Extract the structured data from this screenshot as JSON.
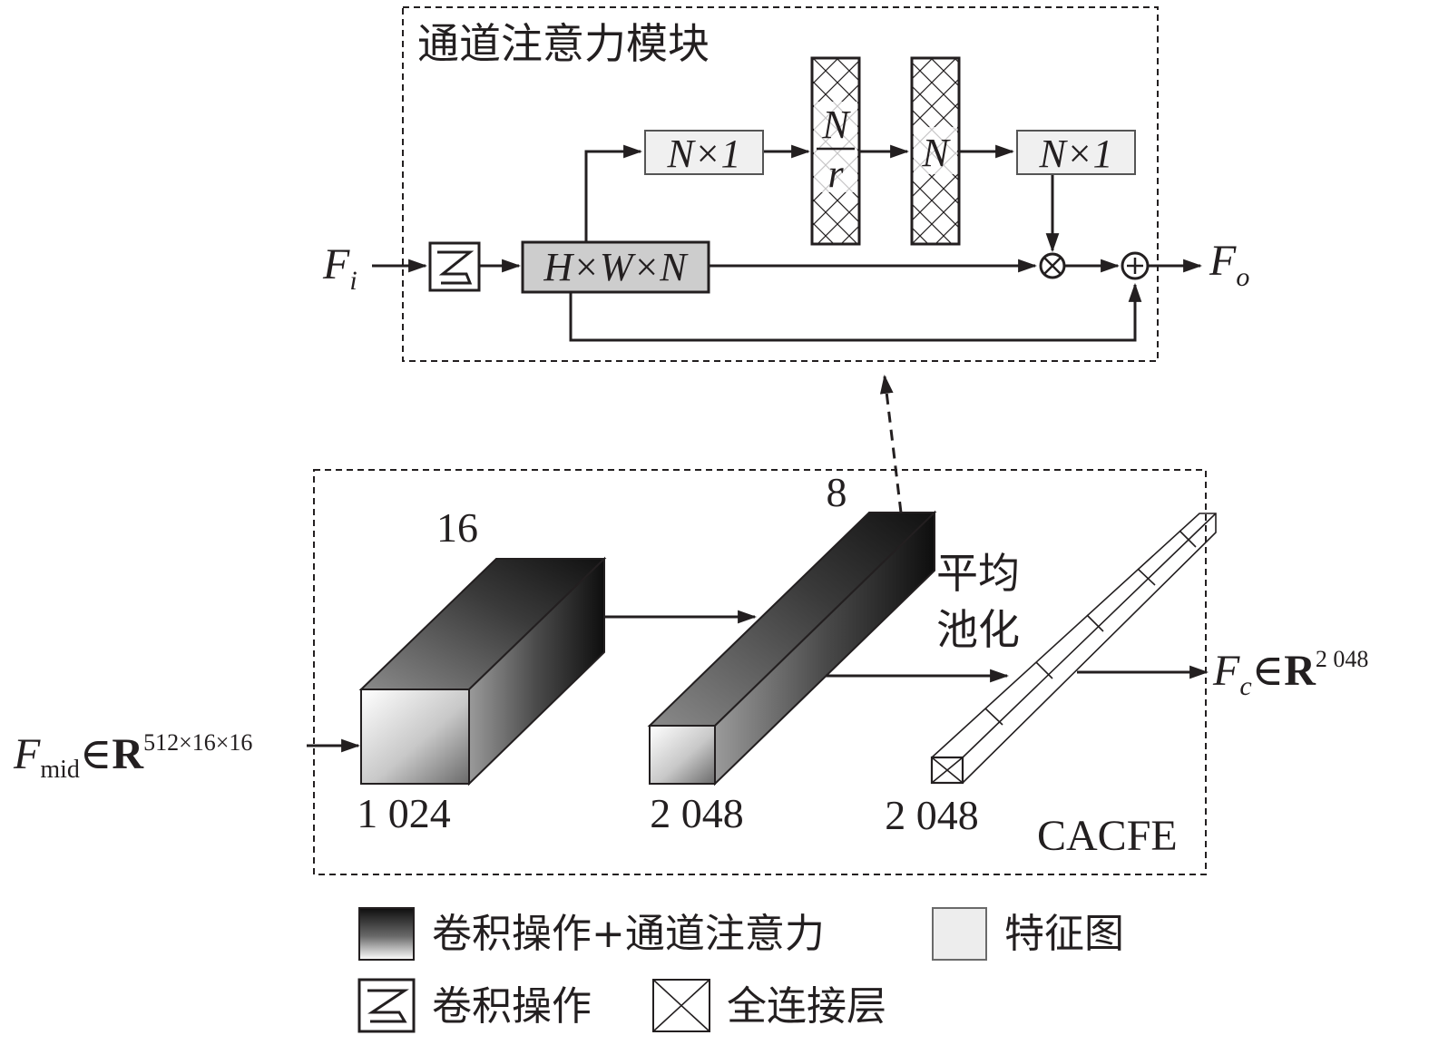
{
  "attention_module": {
    "title": "通道注意力模块",
    "input_symbol": "F",
    "input_sub": "i",
    "output_symbol": "F",
    "output_sub": "o",
    "feature_box": "H×W×N",
    "fc_in": "N×1",
    "squeeze_num": "N",
    "squeeze_den": "r",
    "excite": "N",
    "fc_out": "N×1"
  },
  "cacfe": {
    "label": "CACFE",
    "input_symbol": "F",
    "input_sub": "mid",
    "input_set": "∈",
    "input_space": "R",
    "input_sup": "512×16×16",
    "block1_top": "16",
    "block1_bottom": "1 024",
    "block2_top": "8",
    "block2_bottom": "2 048",
    "pool_line1": "平均",
    "pool_line2": "池化",
    "fc_bottom": "2 048",
    "output_symbol": "F",
    "output_sub": "c",
    "output_set": "∈",
    "output_space": "R",
    "output_sup": "2 048"
  },
  "legend": {
    "conv_attention": "卷积操作+通道注意力",
    "feature_map": "特征图",
    "conv": "卷积操作",
    "fully_connected": "全连接层"
  }
}
